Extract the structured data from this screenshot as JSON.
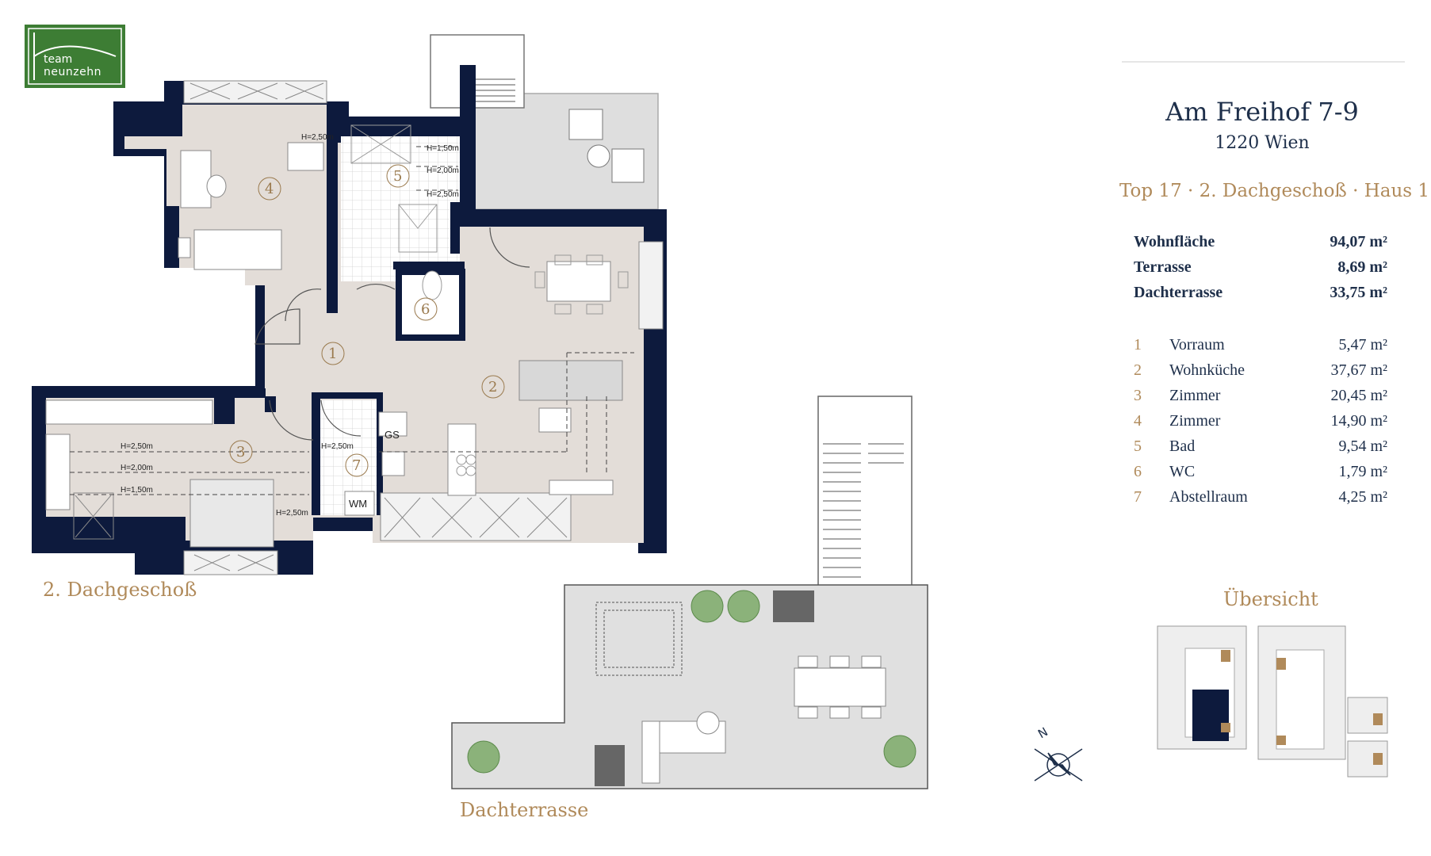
{
  "logo": {
    "line1": "team",
    "line2": "neunzehn"
  },
  "address": {
    "street": "Am Freihof 7-9",
    "city": "1220 Wien"
  },
  "unit": "Top 17 · 2. Dachgeschoß · Haus 1",
  "areas_summary": [
    {
      "label": "Wohnfläche",
      "value": "94,07 m²"
    },
    {
      "label": "Terrasse",
      "value": "8,69 m²"
    },
    {
      "label": "Dachterrasse",
      "value": "33,75 m²"
    }
  ],
  "rooms": [
    {
      "no": "1",
      "name": "Vorraum",
      "area": "5,47 m²"
    },
    {
      "no": "2",
      "name": "Wohnküche",
      "area": "37,67 m²"
    },
    {
      "no": "3",
      "name": "Zimmer",
      "area": "20,45 m²"
    },
    {
      "no": "4",
      "name": "Zimmer",
      "area": "14,90 m²"
    },
    {
      "no": "5",
      "name": "Bad",
      "area": "9,54 m²"
    },
    {
      "no": "6",
      "name": "WC",
      "area": "1,79 m²"
    },
    {
      "no": "7",
      "name": "Abstellraum",
      "area": "4,25 m²"
    }
  ],
  "overview_title": "Übersicht",
  "floor_label": "2. Dachgeschoß",
  "roof_terrace_label": "Dachterrasse",
  "compass_label": "N",
  "plan_labels": {
    "gs": "GS",
    "wm": "WM",
    "h250": "H=2,50m",
    "h200": "H=2,00m",
    "h150": "H=1,50m"
  },
  "colors": {
    "wall": "#0d1a3d",
    "floor": "#e3ddd8",
    "terrace": "#e0e0e0",
    "accent": "#b08a5a",
    "text": "#1e2f4a",
    "logo": "#3d7d34"
  }
}
